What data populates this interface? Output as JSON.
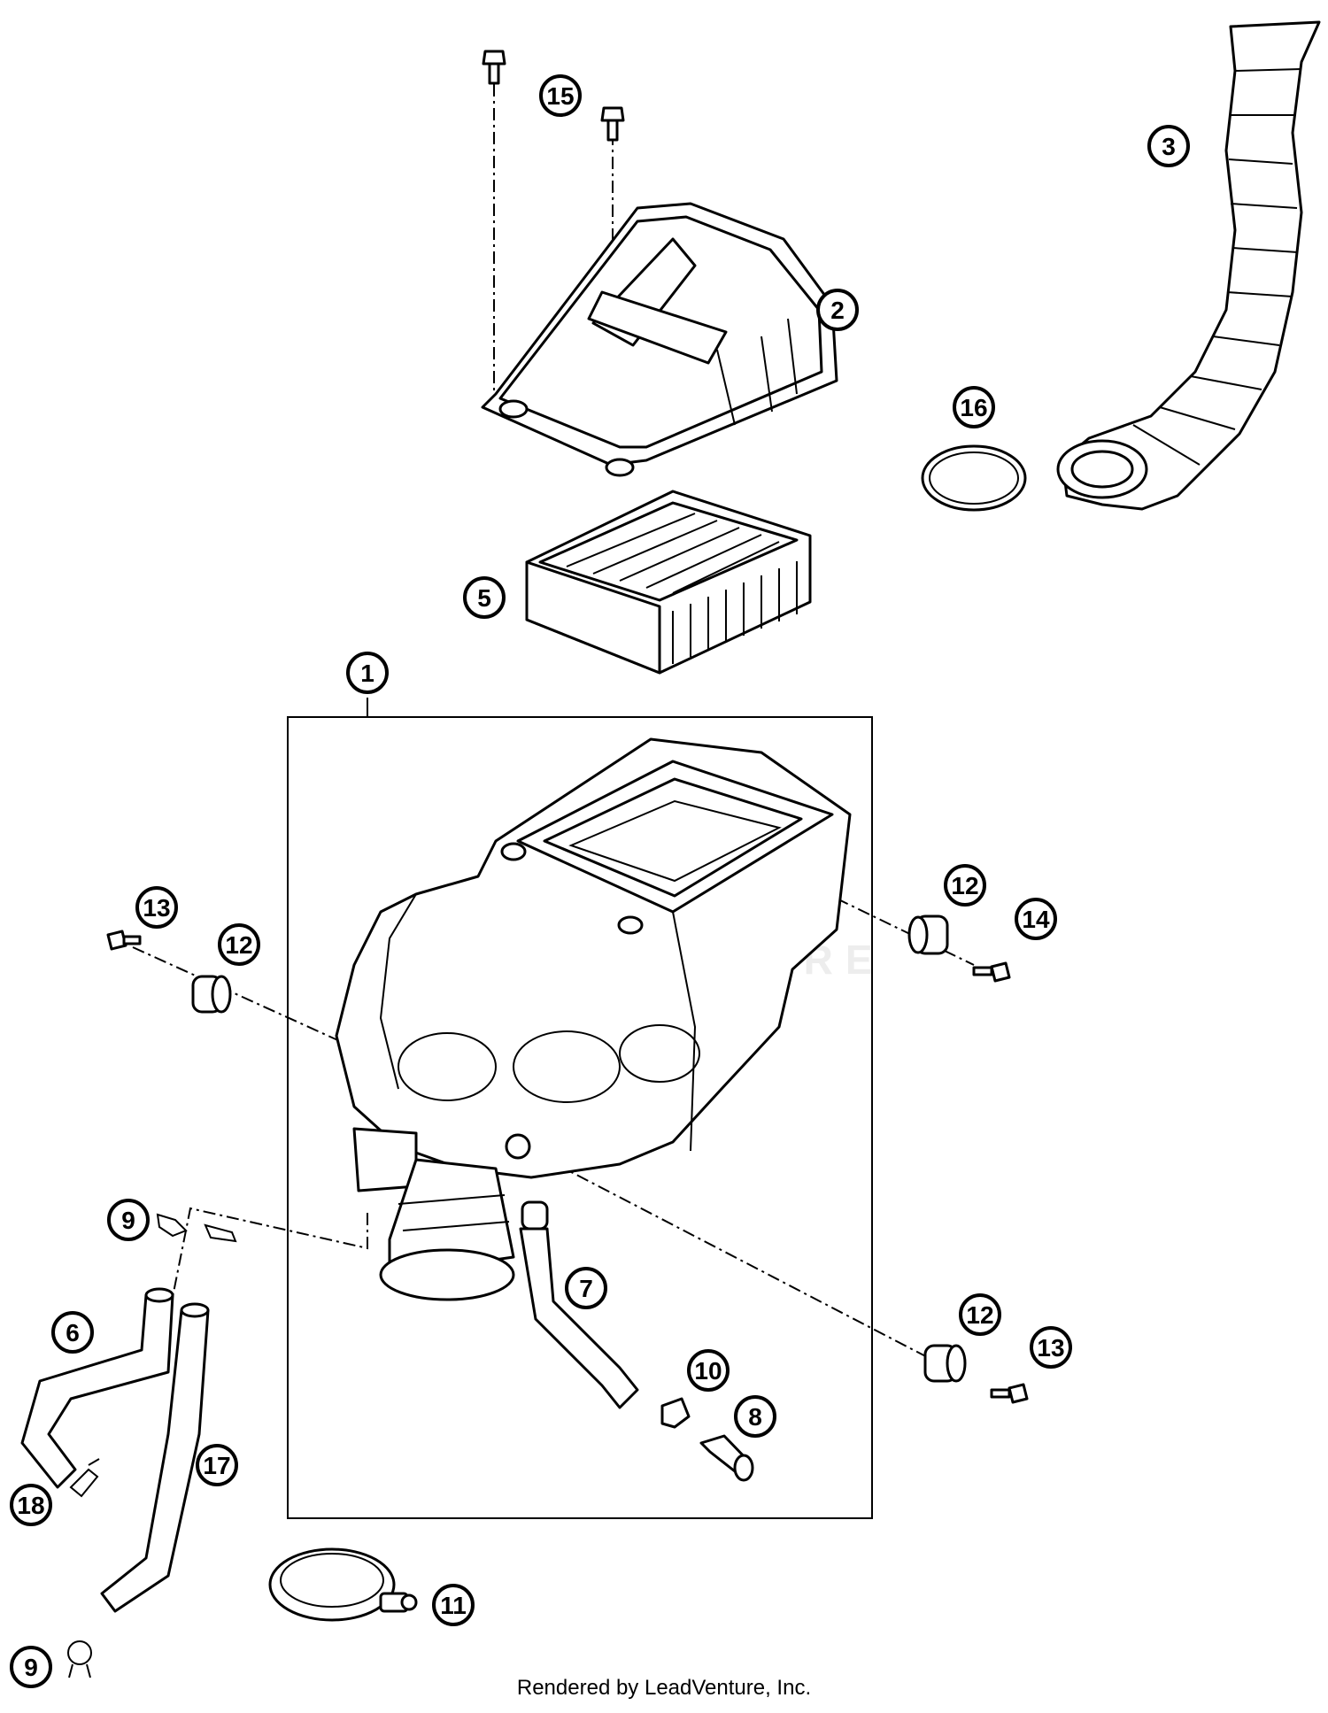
{
  "callouts": [
    "1",
    "2",
    "3",
    "5",
    "6",
    "7",
    "8",
    "9",
    "10",
    "11",
    "12",
    "13",
    "14",
    "15",
    "16",
    "17",
    "18"
  ],
  "footer": "Rendered by LeadVenture, Inc.",
  "watermark": "LEADVENTURE",
  "colors": {
    "line": "#000000",
    "background": "#ffffff",
    "watermark": "#e6e6e6"
  }
}
